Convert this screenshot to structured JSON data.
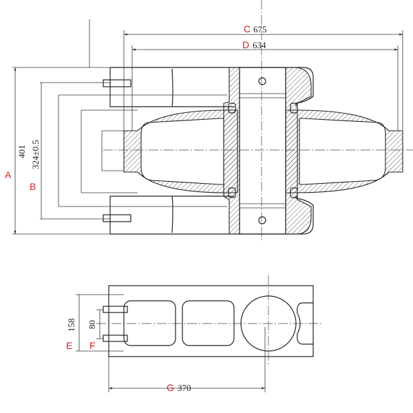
{
  "drawing": {
    "dimensions": [
      {
        "letter": "C",
        "value": "675"
      },
      {
        "letter": "D",
        "value": "634"
      },
      {
        "letter": "A",
        "value": "401"
      },
      {
        "letter": "B",
        "value": "324±0.5"
      },
      {
        "letter": "E",
        "value": "158"
      },
      {
        "letter": "F",
        "value": "80"
      },
      {
        "letter": "G",
        "value": "370"
      }
    ],
    "colors": {
      "label": "#d0202a",
      "line": "#222222"
    }
  }
}
